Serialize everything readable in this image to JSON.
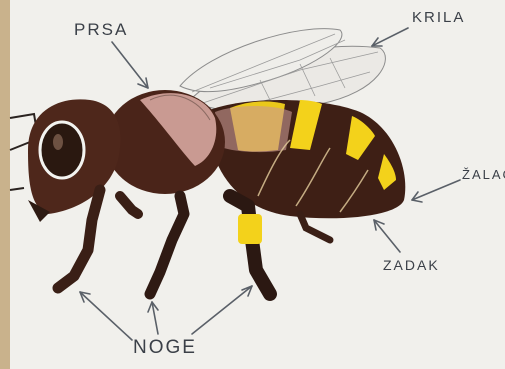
{
  "labels": {
    "prsa": "PRSA",
    "krila": "KRILA",
    "zalac": "ŽALAC",
    "zadak": "ZADAK",
    "noge": "NOGE"
  },
  "colors": {
    "paper": "#f1f0ec",
    "board_edge": "#c9b28c",
    "bee_dark": "#3e1f15",
    "bee_brown": "#5a2f22",
    "stripe_yellow": "#f3d21b",
    "wing": "#e8e6e2",
    "wing_pink": "#c99a92",
    "label_ink": "#3b4048"
  }
}
